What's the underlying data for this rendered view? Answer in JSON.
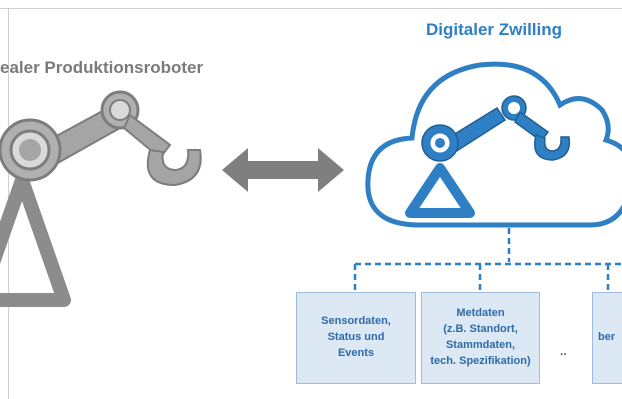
{
  "left_title": "ealer Produktionsroboter",
  "right_title": "Digitaler Zwilling",
  "boxes": [
    {
      "lines": [
        "Sensordaten,",
        "Status und",
        "Events"
      ]
    },
    {
      "lines": [
        "Metdaten",
        "(z.B. Standort,",
        "Stammdaten,",
        "tech. Spezifikation)"
      ]
    },
    {
      "lines": [
        "",
        "ber"
      ]
    }
  ],
  "ellipsis": "..",
  "colors": {
    "robot_gray": "#a5a5a5",
    "twin_blue": "#2e7fc4",
    "box_fill": "#dde8f5",
    "box_text": "#2e6aa8"
  }
}
